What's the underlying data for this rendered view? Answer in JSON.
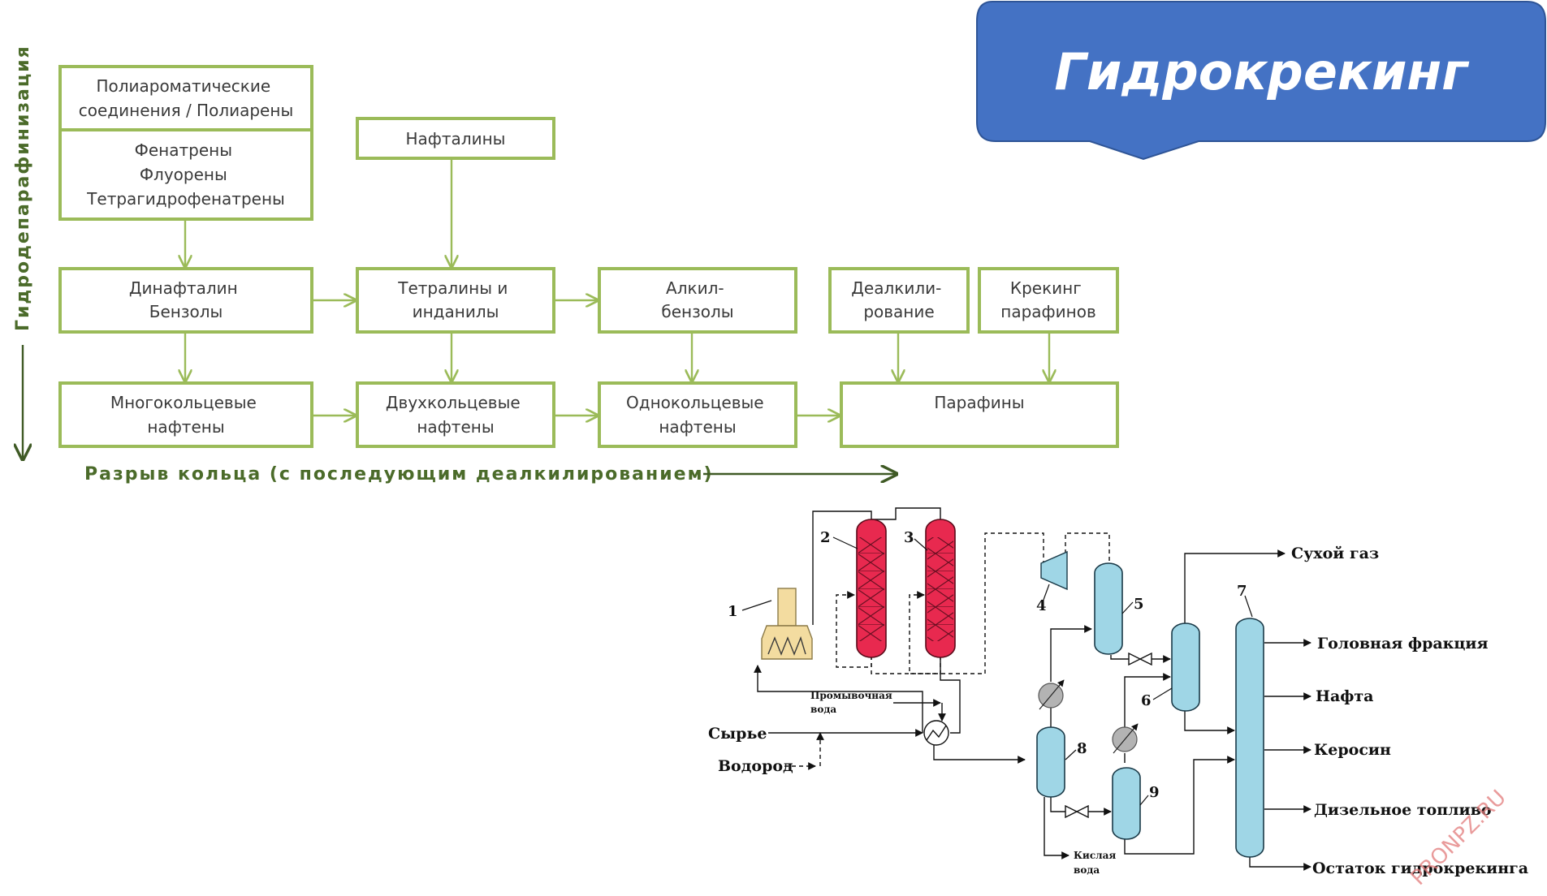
{
  "banner": {
    "title": "Гидрокрекинг",
    "color": "#4472c4"
  },
  "flowchart": {
    "box_color": "#9bbb59",
    "boxes": {
      "polyaromatic": [
        "Полиароматические",
        "соединения / Полиарены"
      ],
      "phenanthrenes": [
        "Фенатрены",
        "Флуорены",
        "Тетрагидрофенатрены"
      ],
      "naphthalenes": [
        "Нафталины"
      ],
      "dinaphthalene": [
        "Динафталин",
        "Бензолы"
      ],
      "tetralins": [
        "Тетралины и",
        "инданилы"
      ],
      "alkylbenzenes": [
        "Алкил-",
        "бензолы"
      ],
      "dealkylation": [
        "Деалкили-",
        "рование"
      ],
      "paraffin_cracking": [
        "Крекинг",
        "парафинов"
      ],
      "polycyclic_naphthenes": [
        "Многокольцевые",
        "нафтены"
      ],
      "bicyclic_naphthenes": [
        "Двухкольцевые",
        "нафтены"
      ],
      "monocyclic_naphthenes": [
        "Однокольцевые",
        "нафтены"
      ],
      "paraffins": [
        "Парафины"
      ]
    },
    "vertical_axis": "Гидродепарафинизация",
    "horizontal_axis": "Разрыв кольца (с последующим деалкилированием)"
  },
  "scheme": {
    "reactor_color": "#e8294f",
    "vessel_color": "#9fd6e6",
    "furnace_color": "#f3dca0",
    "inputs": {
      "feed": "Сырье",
      "hydrogen": "Водород",
      "wash_water": [
        "Промывочная",
        "вода"
      ]
    },
    "outputs": {
      "dry_gas": "Сухой газ",
      "head_fraction": "Головная фракция",
      "naphtha": "Нафта",
      "kerosene": "Керосин",
      "diesel": "Дизельное топливо",
      "residue": "Остаток гидрокрекинга",
      "sour_water": [
        "Кислая",
        "вода"
      ]
    },
    "numbers": [
      "1",
      "2",
      "3",
      "4",
      "5",
      "6",
      "7",
      "8",
      "9"
    ]
  },
  "watermark": "PRONPZ.RU"
}
